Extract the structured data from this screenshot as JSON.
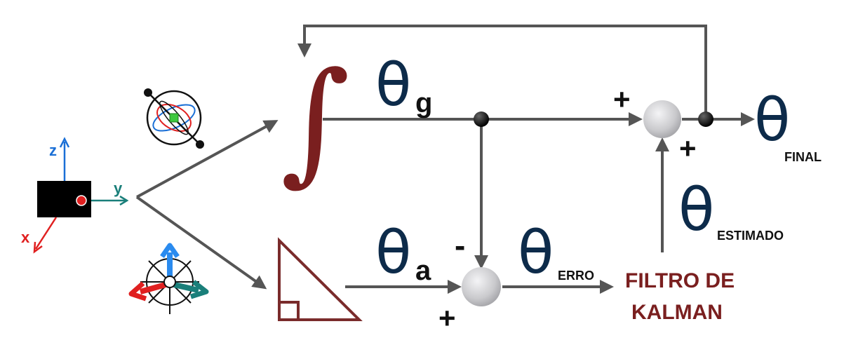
{
  "symbols": {
    "theta": "θ",
    "integral": "∫"
  },
  "labels": {
    "gyro_sub": "g",
    "accel_sub": "a",
    "erro_sub": "ERRO",
    "estimado_sub": "ESTIMADO",
    "final_sub": "FINAL"
  },
  "signs": {
    "sum_top_left": "+",
    "sum_top_bottom": "+",
    "sum_bottom_top": "-",
    "sum_bottom_left": "+"
  },
  "kalman": {
    "line1": "FILTRO DE",
    "line2": "KALMAN"
  },
  "sensor_axes": {
    "z": "z",
    "y": "y",
    "x": "x"
  },
  "colors": {
    "theta": "#0d2b4a",
    "integral": "#7a1f1f",
    "kalman": "#7a1f1f",
    "line": "#555555",
    "axis_z": "#1a6fd6",
    "axis_y": "#1a7f7a",
    "axis_x": "#e02020"
  },
  "icons": [
    "gyroscope-icon",
    "accelerometer-axes-icon",
    "imu-sensor-icon",
    "right-triangle-icon"
  ]
}
